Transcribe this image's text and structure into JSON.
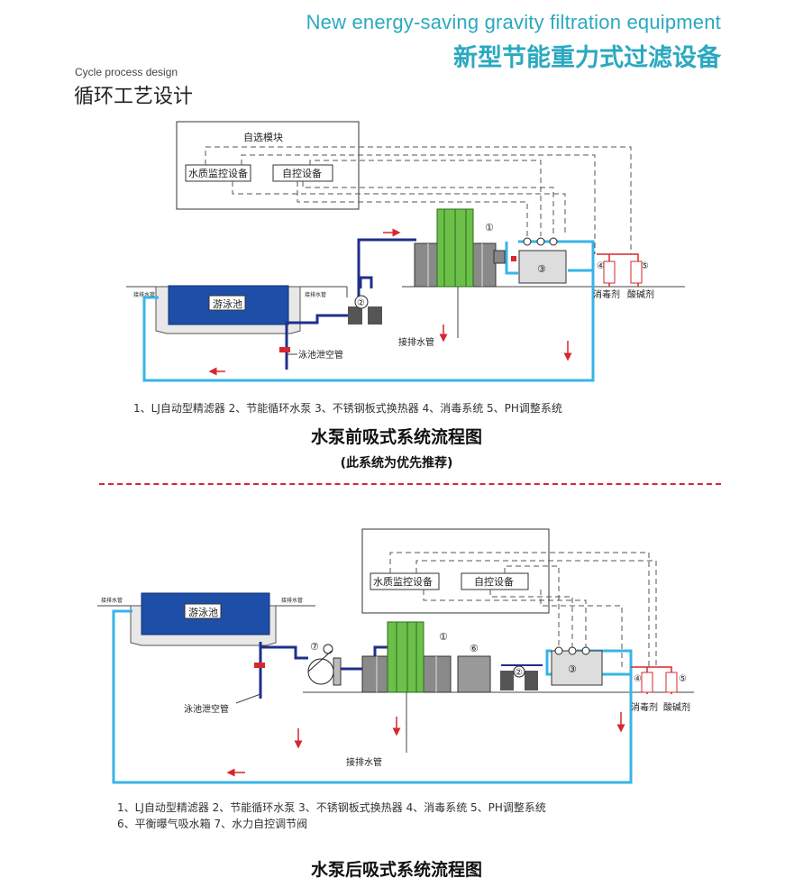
{
  "header": {
    "title_en": "New energy-saving gravity filtration equipment",
    "title_cn": "新型节能重力式过滤设备",
    "section_en": "Cycle process design",
    "section_cn": "循环工艺设计"
  },
  "diagram1": {
    "control_box_label": "自选模块",
    "water_quality_label": "水质监控设备",
    "auto_control_label": "自控设备",
    "pool_label": "游泳池",
    "drain_left_label": "接排水管",
    "drain_right_label": "接排水管",
    "empty_pipe_label": "泳池泄空管",
    "drain_pipe_label": "接排水管",
    "disinfectant_label": "消毒剂",
    "acid_alkali_label": "酸碱剂",
    "num1": "①",
    "num2": "②",
    "num3": "③",
    "num4": "④",
    "num5": "⑤",
    "legend": "1、LJ自动型精滤器  2、节能循环水泵  3、不锈钢板式换热器  4、消毒系统  5、PH调整系统",
    "title": "水泵前吸式系统流程图",
    "subtitle": "(此系统为优先推荐)"
  },
  "diagram2": {
    "water_quality_label": "水质监控设备",
    "auto_control_label": "自控设备",
    "pool_label": "游泳池",
    "drain_left_label": "接排水管",
    "drain_right_label": "接排水管",
    "empty_pipe_label": "泳池泄空管",
    "drain_pipe_label": "接排水管",
    "disinfectant_label": "消毒剂",
    "acid_alkali_label": "酸碱剂",
    "num1": "①",
    "num2": "②",
    "num3": "③",
    "num4": "④",
    "num5": "⑤",
    "num6": "⑥",
    "num7": "⑦",
    "legend_line1": "1、LJ自动型精滤器  2、节能循环水泵  3、不锈钢板式换热器  4、消毒系统  5、PH调整系统",
    "legend_line2": "6、平衡曝气吸水箱  7、水力自控调节阀",
    "title": "水泵后吸式系统流程图"
  },
  "colors": {
    "accent": "#2aa9c0",
    "pipe_cyan": "#37b4e6",
    "pipe_navy": "#1f2f8c",
    "pool_blue": "#1d4fa8",
    "red": "#d8262e",
    "filter_green": "#6cc04a"
  }
}
